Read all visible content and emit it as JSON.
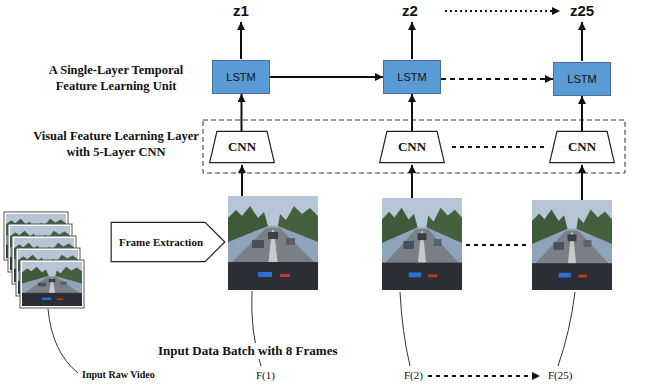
{
  "diagram": {
    "nodes": [
      {
        "text": [
          "LSTM"
        ]
      },
      {
        "text": [
          "LSTM"
        ]
      },
      {
        "text": [
          "LSTM"
        ]
      },
      {
        "text": [
          "CNN"
        ]
      },
      {
        "text": [
          "CNN"
        ]
      },
      {
        "text": [
          "CNN"
        ]
      },
      {
        "text": [
          "Frame Extraction"
        ]
      }
    ],
    "edges": [
      {
        "from": 3,
        "to": 0,
        "arrow": "to"
      },
      {
        "from": 4,
        "to": 1,
        "arrow": "to"
      },
      {
        "from": 5,
        "to": 2,
        "arrow": "to"
      },
      {
        "from": 0,
        "to": 1,
        "arrow": "to"
      },
      {
        "from": 1,
        "to": 2,
        "arrow": "to"
      }
    ],
    "labels": [
      "z1",
      "z2",
      "z25",
      "A Single-Layer Temporal Feature Learning Unit",
      "Visual Feature Learning Layer with 5-Layer CNN",
      "Input Data Batch with 8 Frames",
      "Input Raw Video",
      "F(1)",
      "F(2)",
      "F(25)"
    ]
  }
}
